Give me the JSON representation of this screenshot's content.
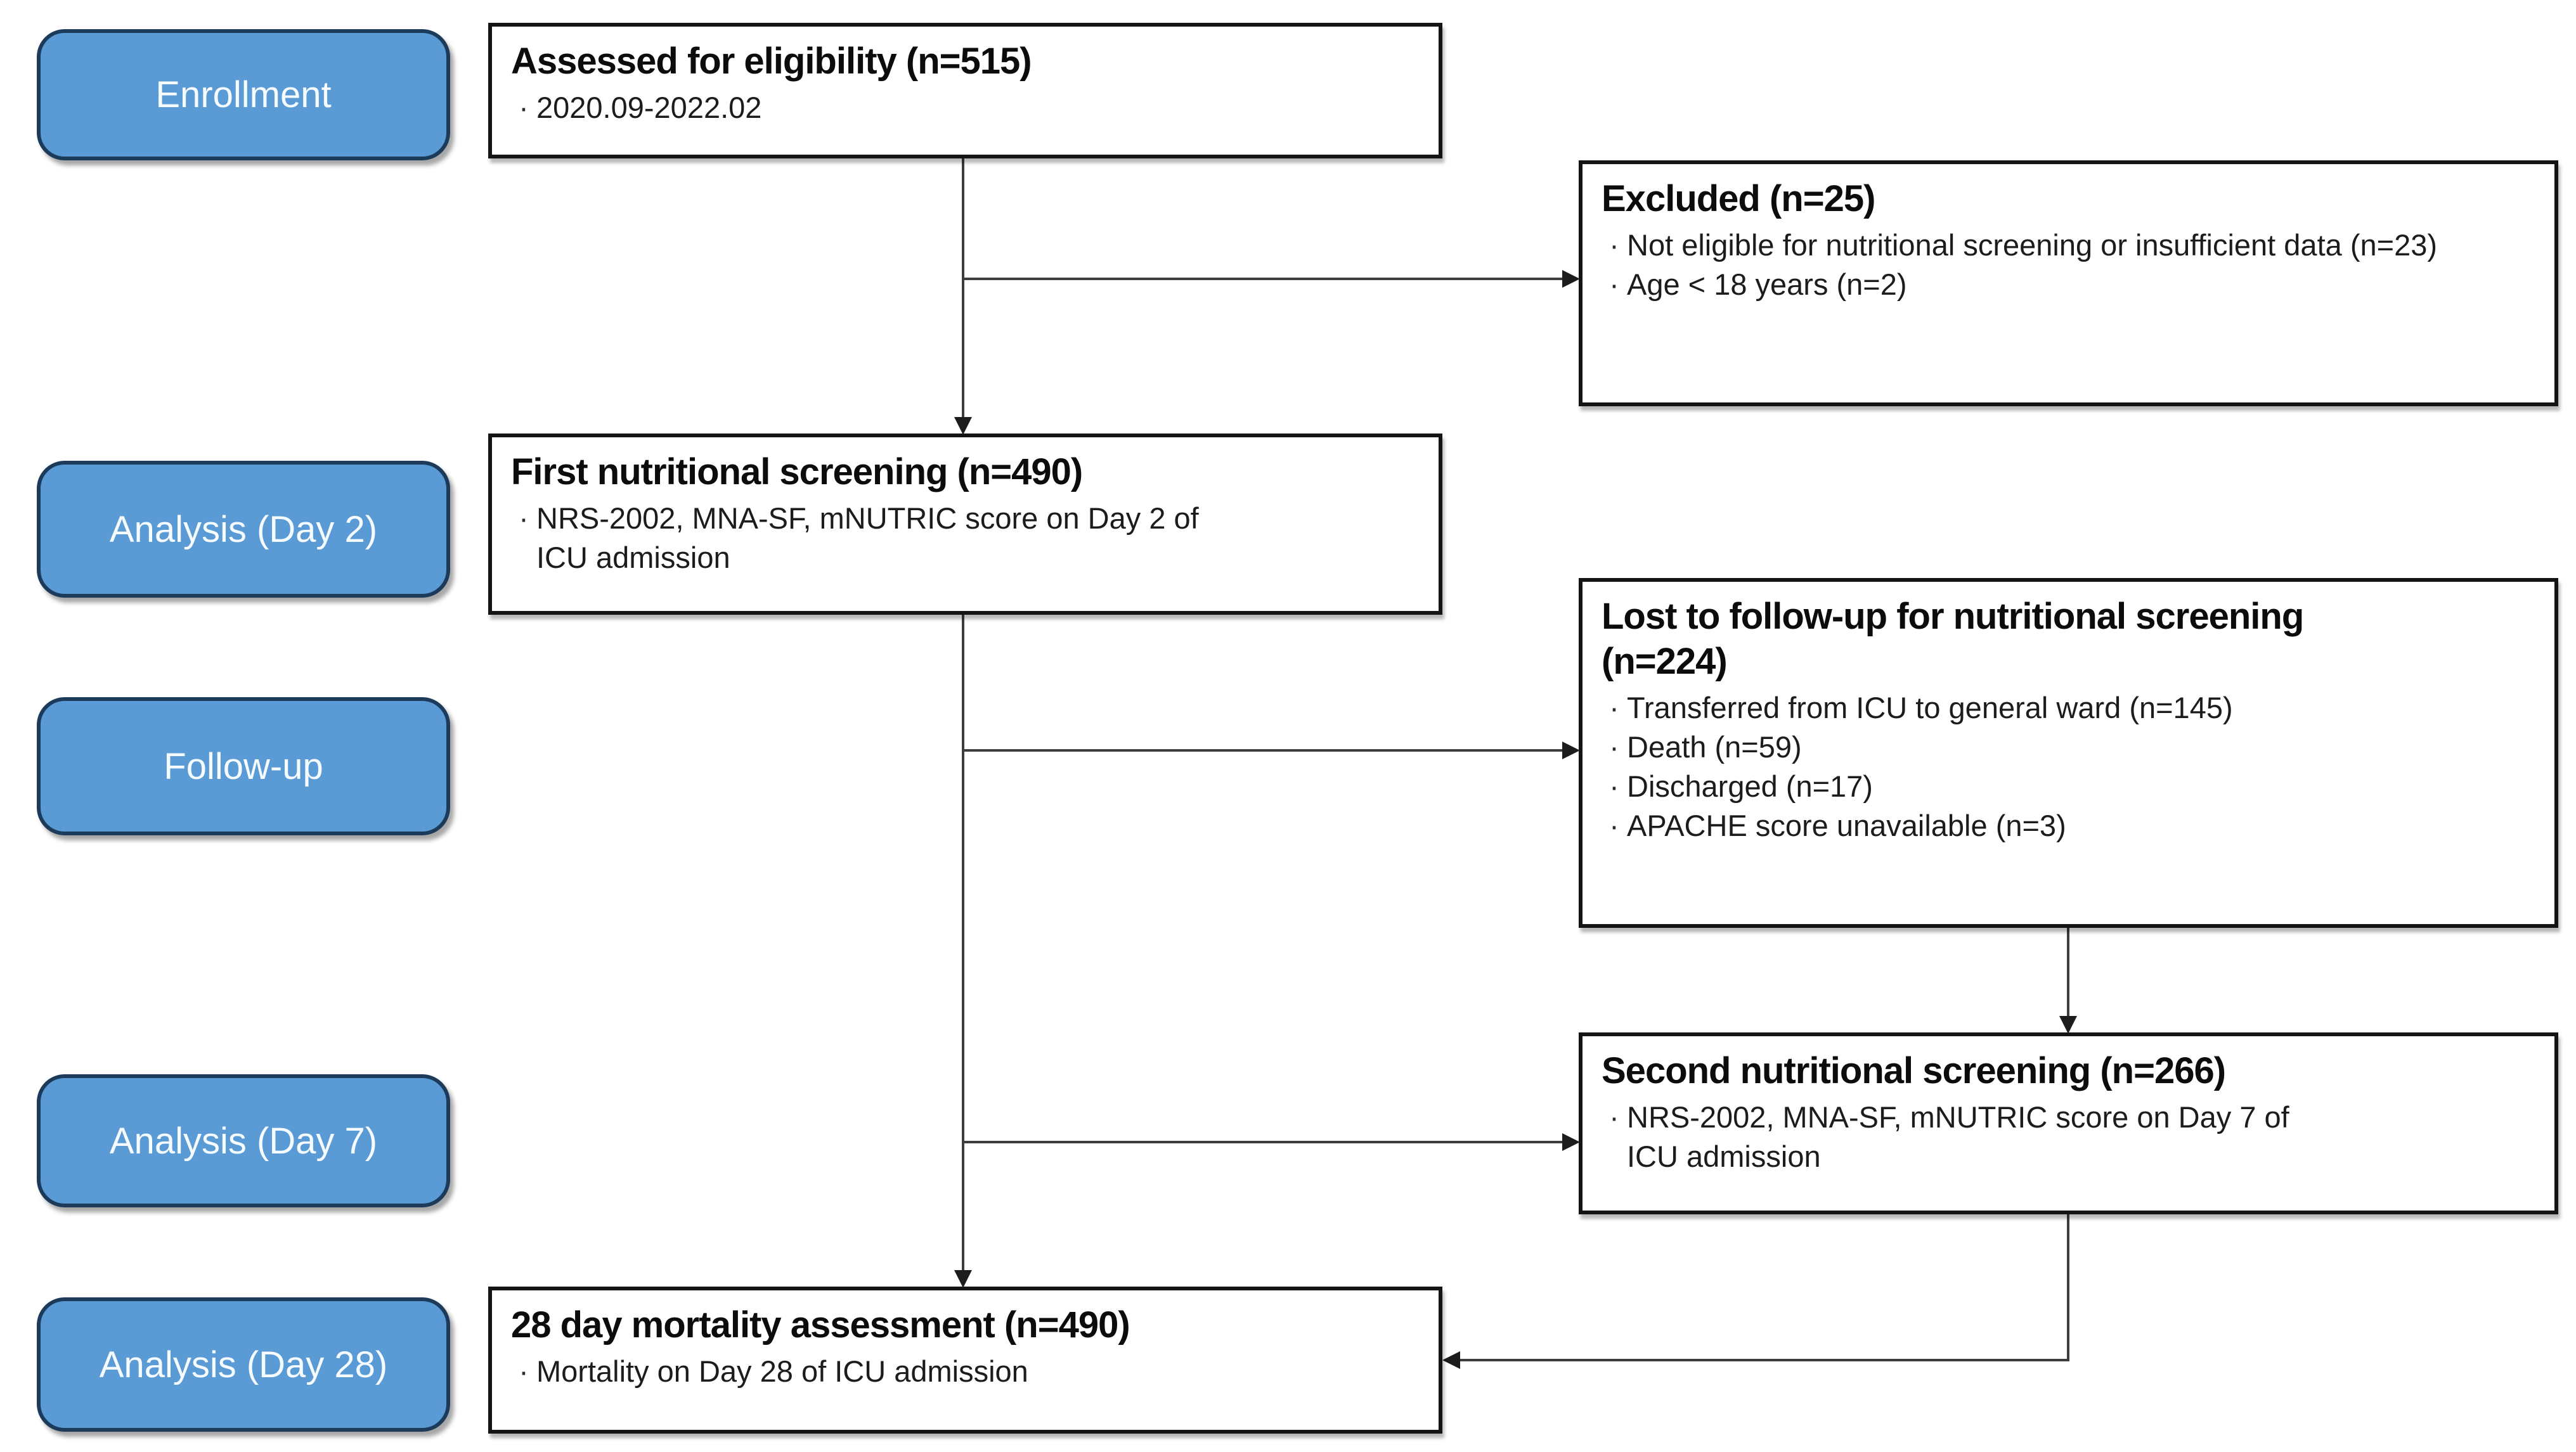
{
  "bullet_char": "·",
  "stage_labels": [
    {
      "label": "Enrollment"
    },
    {
      "label": "Analysis (Day 2)"
    },
    {
      "label": "Follow-up"
    },
    {
      "label": "Analysis (Day 7)"
    },
    {
      "label": "Analysis (Day 28)"
    }
  ],
  "boxes": {
    "assessed": {
      "title": "Assessed for eligibility (n=515)",
      "bullets": [
        "2020.09-2022.02"
      ]
    },
    "excluded": {
      "title": "Excluded (n=25)",
      "bullets": [
        "Not eligible for nutritional screening or insufficient data (n=23)",
        "Age < 18 years (n=2)"
      ]
    },
    "first_screening": {
      "title": "First nutritional screening (n=490)",
      "bullets": [
        "NRS-2002, MNA-SF, mNUTRIC score on Day 2 of ICU admission"
      ]
    },
    "lost_followup": {
      "title": "Lost to follow-up for nutritional screening (n=224)",
      "bullets": [
        "Transferred from ICU to general ward (n=145)",
        "Death (n=59)",
        "Discharged (n=17)",
        "APACHE score unavailable (n=3)"
      ]
    },
    "second_screening": {
      "title": "Second nutritional screening (n=266)",
      "bullets": [
        "NRS-2002, MNA-SF, mNUTRIC score on Day 7 of ICU admission"
      ]
    },
    "mortality": {
      "title": "28 day mortality assessment (n=490)",
      "bullets": [
        "Mortality on Day 28 of ICU admission"
      ]
    }
  },
  "colors": {
    "stage_fill": "#5b9bd5",
    "stage_border": "#1c3a5a",
    "stage_text": "#f6fbff",
    "box_border": "#141414",
    "box_fill": "#ffffff",
    "connector": "#3d3d3d"
  }
}
